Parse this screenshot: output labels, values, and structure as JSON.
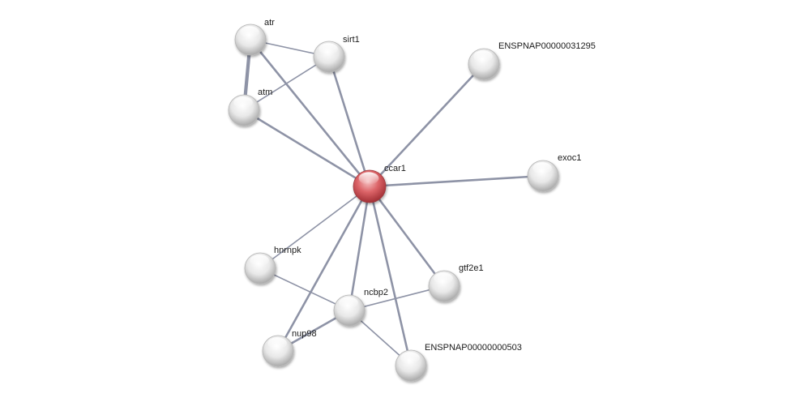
{
  "network": {
    "nodes": [
      {
        "id": "ccar1",
        "label": "ccar1",
        "query": true
      },
      {
        "id": "atr",
        "label": "atr"
      },
      {
        "id": "sirt1",
        "label": "sirt1"
      },
      {
        "id": "atm",
        "label": "atm"
      },
      {
        "id": "ENSPNAP00000031295",
        "label": "ENSPNAP00000031295"
      },
      {
        "id": "exoc1",
        "label": "exoc1"
      },
      {
        "id": "hnrnpk",
        "label": "hnrnpk"
      },
      {
        "id": "gtf2e1",
        "label": "gtf2e1"
      },
      {
        "id": "ncbp2",
        "label": "ncbp2"
      },
      {
        "id": "nup98",
        "label": "nup98"
      },
      {
        "id": "ENSPNAP00000000503",
        "label": "ENSPNAP00000000503"
      }
    ],
    "edges": [
      {
        "source": "atr",
        "target": "atm",
        "strength": 3
      },
      {
        "source": "atr",
        "target": "sirt1",
        "strength": 1
      },
      {
        "source": "atm",
        "target": "sirt1",
        "strength": 1
      },
      {
        "source": "atr",
        "target": "ccar1",
        "strength": 2
      },
      {
        "source": "sirt1",
        "target": "ccar1",
        "strength": 2
      },
      {
        "source": "atm",
        "target": "ccar1",
        "strength": 2
      },
      {
        "source": "ENSPNAP00000031295",
        "target": "ccar1",
        "strength": 2
      },
      {
        "source": "exoc1",
        "target": "ccar1",
        "strength": 2
      },
      {
        "source": "hnrnpk",
        "target": "ccar1",
        "strength": 1
      },
      {
        "source": "gtf2e1",
        "target": "ccar1",
        "strength": 2
      },
      {
        "source": "ncbp2",
        "target": "ccar1",
        "strength": 2
      },
      {
        "source": "nup98",
        "target": "ccar1",
        "strength": 2
      },
      {
        "source": "ENSPNAP00000000503",
        "target": "ccar1",
        "strength": 2
      },
      {
        "source": "hnrnpk",
        "target": "ncbp2",
        "strength": 1
      },
      {
        "source": "ncbp2",
        "target": "gtf2e1",
        "strength": 1
      },
      {
        "source": "ncbp2",
        "target": "nup98",
        "strength": 2
      },
      {
        "source": "ncbp2",
        "target": "ENSPNAP00000000503",
        "strength": 1
      }
    ],
    "colors": {
      "query_node": "#d9555c",
      "node": "#e4e4e4",
      "edge": "#8e93a6",
      "edge_light": "#b8bbc8",
      "edge_dark": "#6e7388"
    }
  }
}
